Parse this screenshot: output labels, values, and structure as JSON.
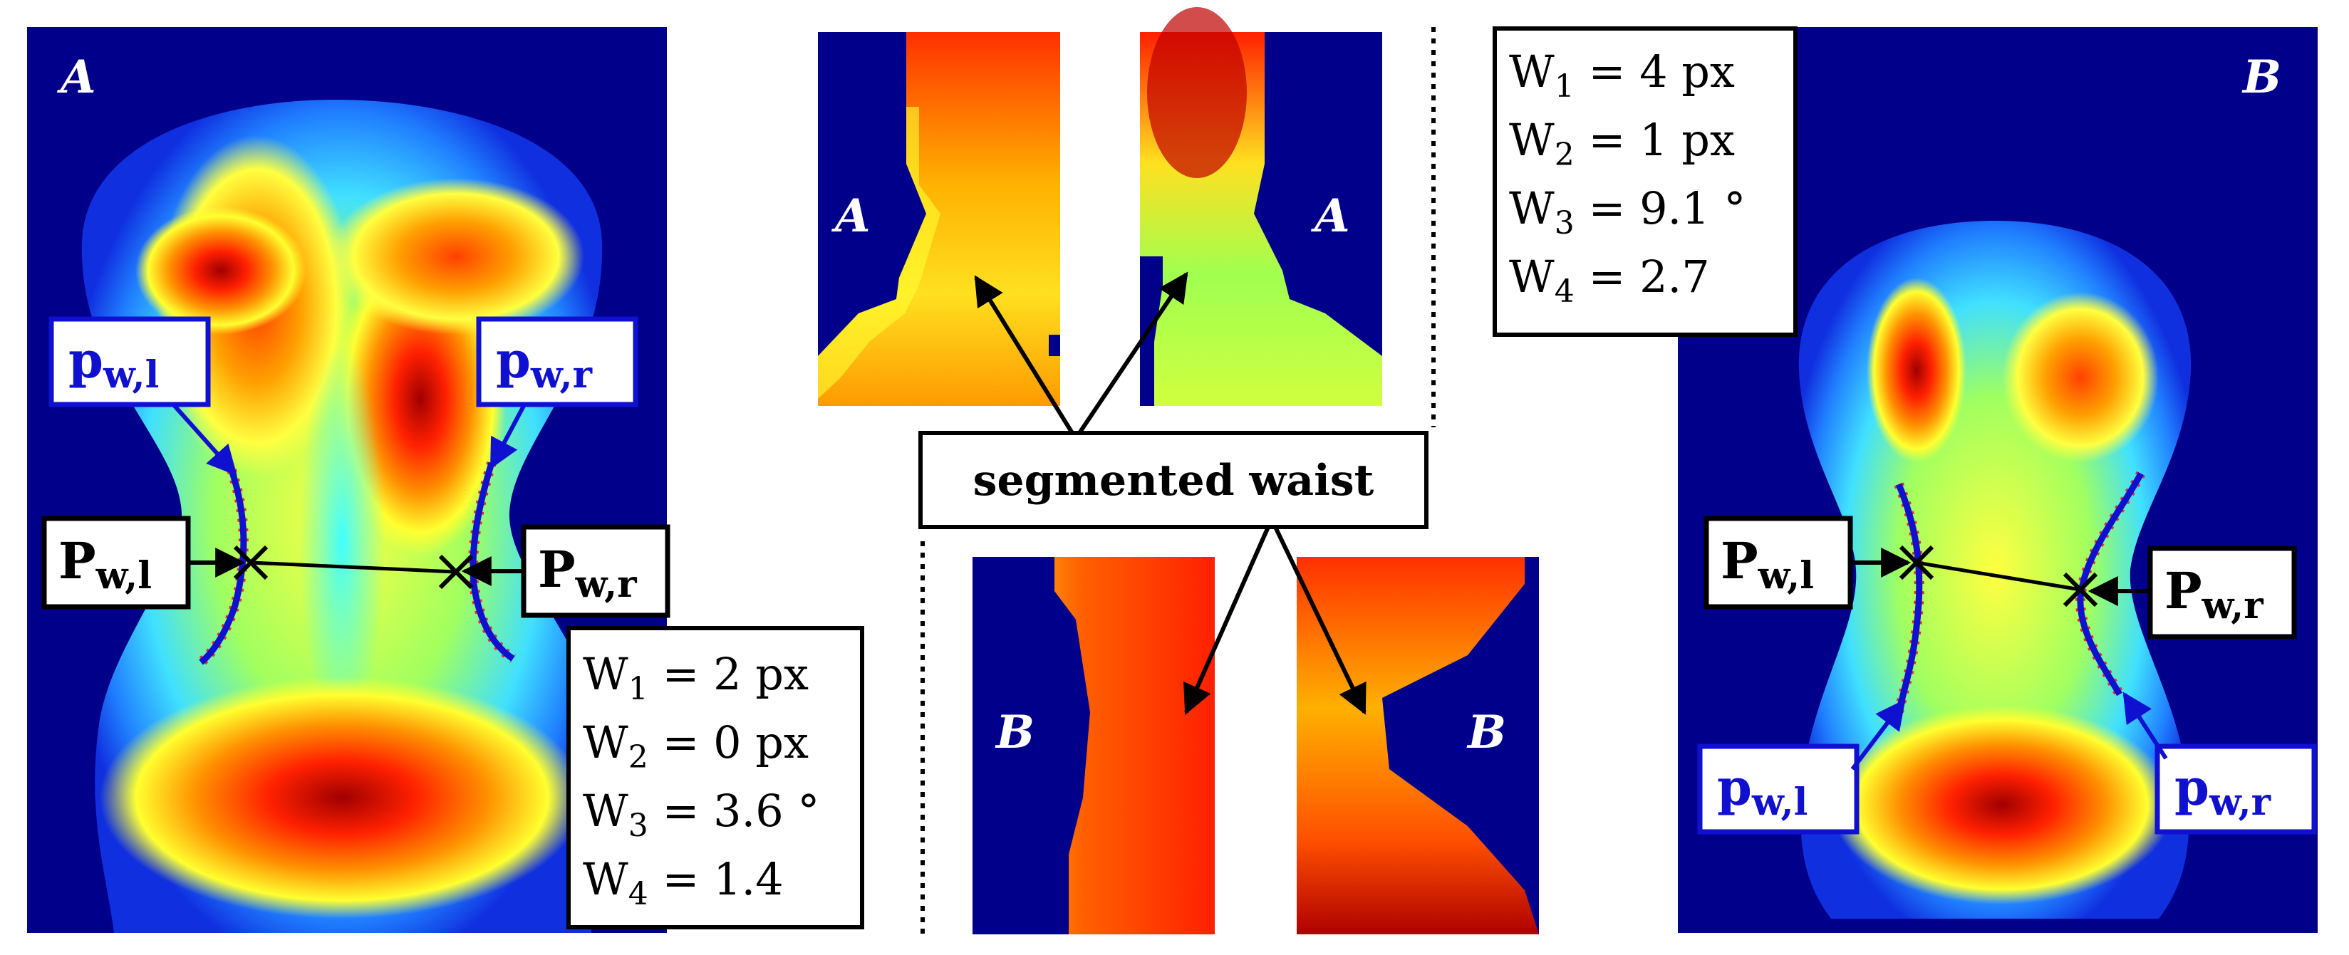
{
  "panels": {
    "left_label": "A",
    "right_label": "B"
  },
  "crops": {
    "top_left_label": "A",
    "top_right_label": "A",
    "bottom_left_label": "B",
    "bottom_right_label": "B"
  },
  "callout": {
    "text": "segmented waist"
  },
  "points": {
    "symbol": "P",
    "symbol_lower": "p",
    "sub_left": "w,l",
    "sub_right": "w,r"
  },
  "measures_a": [
    {
      "name": "W",
      "sub": "1",
      "value": " = 2 px"
    },
    {
      "name": "W",
      "sub": "2",
      "value": " = 0 px"
    },
    {
      "name": "W",
      "sub": "3",
      "value": " = 3.6 °"
    },
    {
      "name": "W",
      "sub": "4",
      "value": " = 1.4"
    }
  ],
  "measures_b": [
    {
      "name": "W",
      "sub": "1",
      "value": " = 4 px"
    },
    {
      "name": "W",
      "sub": "2",
      "value": " = 1 px"
    },
    {
      "name": "W",
      "sub": "3",
      "value": " = 9.1 °"
    },
    {
      "name": "W",
      "sub": "4",
      "value": " = 2.7"
    }
  ],
  "colors": {
    "background_blue": "#00008b",
    "marker_blue": "#1010d0",
    "fit_circle_red": "#e03030"
  }
}
